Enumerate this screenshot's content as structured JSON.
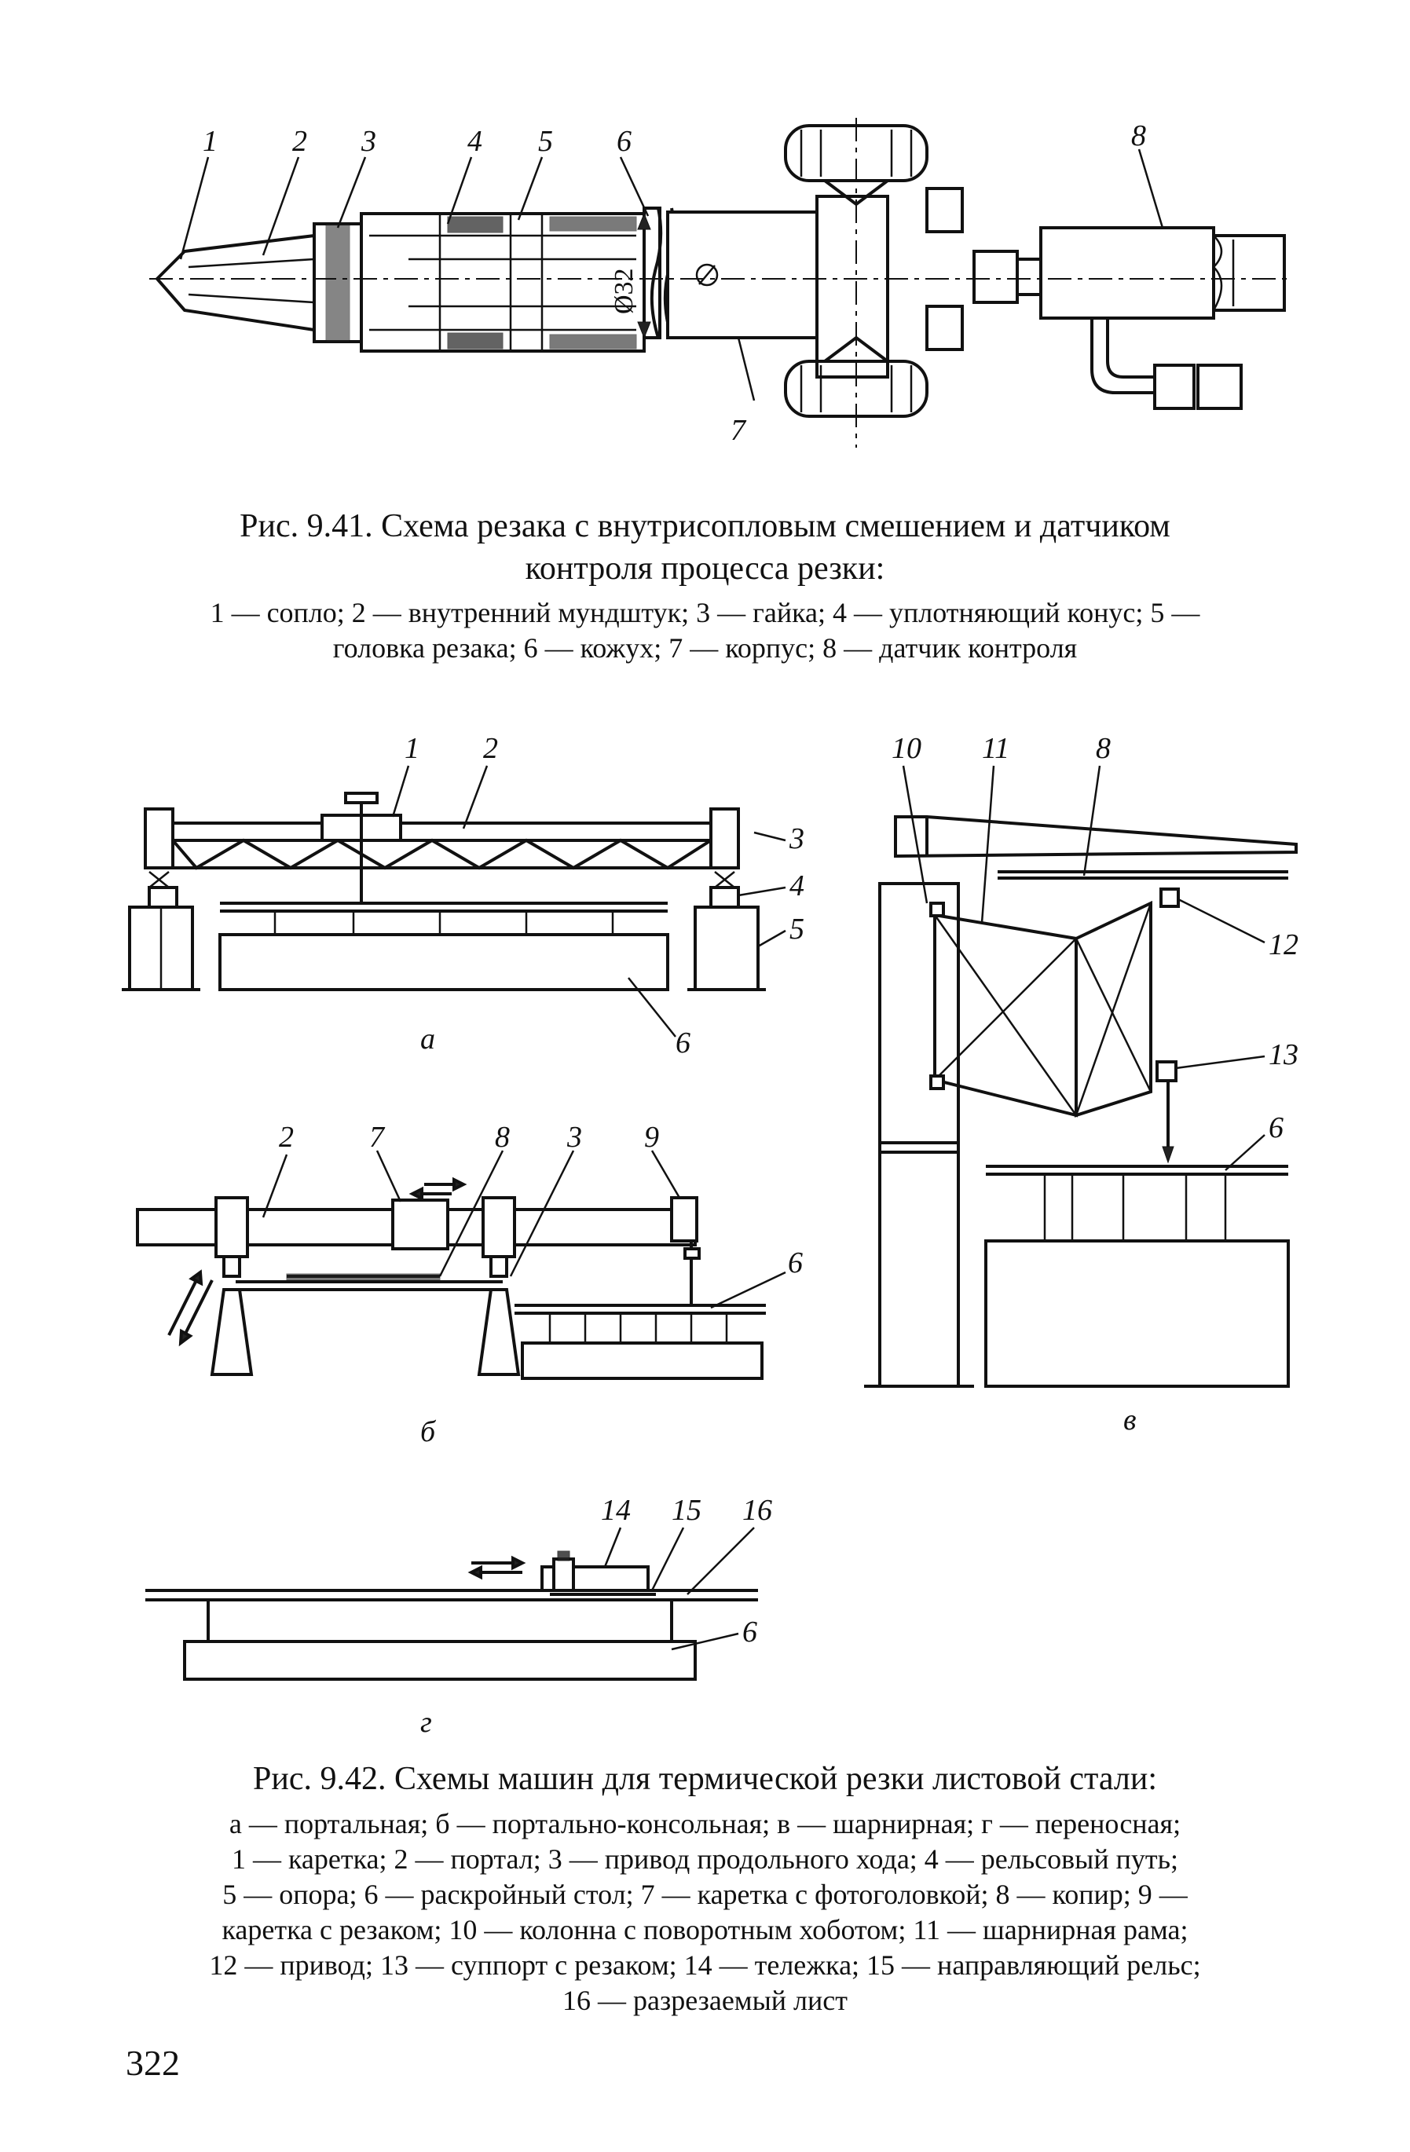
{
  "fig941": {
    "labels": [
      "1",
      "2",
      "3",
      "4",
      "5",
      "6",
      "7",
      "8"
    ],
    "dimension": "Ø32",
    "title_line1": "Рис. 9.41. Схема резака с внутрисопловым смешением и датчиком",
    "title_line2": "контроля процесса резки:",
    "legend_line1": "1 — сопло; 2 — внутренний мундштук; 3 — гайка; 4 — уплотняющий конус; 5 —",
    "legend_line2": "головка резака; 6 — кожух; 7 — корпус; 8 — датчик контроля"
  },
  "fig942": {
    "a": {
      "sub": "а",
      "labels": [
        "1",
        "2",
        "3",
        "4",
        "5",
        "6"
      ]
    },
    "b": {
      "sub": "б",
      "labels": [
        "2",
        "7",
        "8",
        "3",
        "9",
        "6"
      ]
    },
    "v": {
      "sub": "в",
      "labels": [
        "10",
        "11",
        "8",
        "12",
        "13",
        "6"
      ]
    },
    "g": {
      "sub": "г",
      "labels": [
        "14",
        "15",
        "16",
        "6"
      ]
    },
    "title": "Рис. 9.42. Схемы машин для термической резки листовой стали:",
    "legend_lines": [
      "а — портальная; б — портально-консольная; в — шарнирная; г — переносная;",
      "1 — каретка; 2 — портал; 3 — привод продольного хода; 4 — рельсовый путь;",
      "5 — опора; 6 — раскройный стол; 7 — каретка с фотоголовкой; 8 — копир; 9 —",
      "каретка с резаком; 10 — колонна с поворотным хоботом; 11 — шарнирная рама;",
      "12 — привод; 13 — суппорт с резаком; 14 — тележка; 15 — направляющий рельс;",
      "16 — разрезаемый лист"
    ]
  },
  "page_number": "322"
}
